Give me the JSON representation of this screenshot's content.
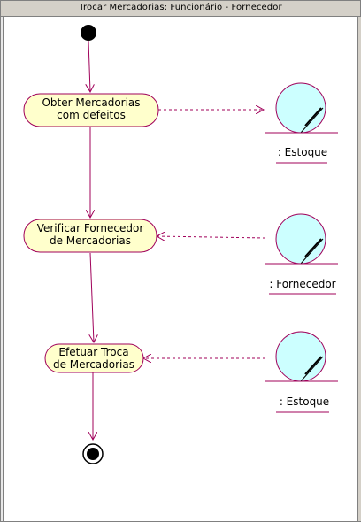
{
  "window": {
    "title": "Trocar Mercadorias: Funcionário - Fornecedor"
  },
  "activities": [
    {
      "line1": "Obter Mercadorias",
      "line2": "com defeitos"
    },
    {
      "line1": "Verificar Fornecedor",
      "line2": "de Mercadorias"
    },
    {
      "line1": "Efetuar Troca",
      "line2": "de Mercadorias"
    }
  ],
  "objects": [
    {
      "label": ": Estoque"
    },
    {
      "label": ": Fornecedor"
    },
    {
      "label": ": Estoque"
    }
  ],
  "colors": {
    "flow": "#a0005a",
    "activity_fill": "#ffffcc",
    "activity_border": "#a0005a",
    "entity_fill": "#ccffff",
    "node": "#000000"
  }
}
